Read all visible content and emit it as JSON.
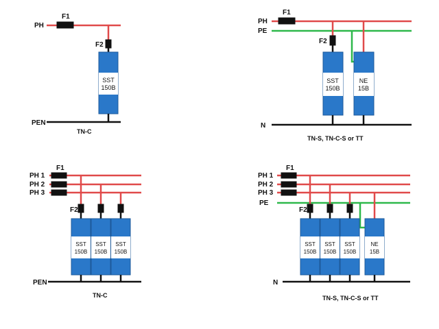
{
  "colors": {
    "phase": "#e04a4a",
    "pe": "#2db84a",
    "black": "#111111",
    "device_blue": "#2a78c9",
    "device_white": "#ffffff"
  },
  "diagrams": [
    {
      "id": "tl",
      "phase_labels": [
        "PH"
      ],
      "pe_label": "",
      "bottom_label": "PEN",
      "fuse_main": "F1",
      "fuse_branch": "F2",
      "devices": [
        {
          "line1": "SST",
          "line2": "150B"
        }
      ],
      "caption": "TN-C"
    },
    {
      "id": "tr",
      "phase_labels": [
        "PH"
      ],
      "pe_label": "PE",
      "bottom_label": "N",
      "fuse_main": "F1",
      "fuse_branch": "F2",
      "devices": [
        {
          "line1": "SST",
          "line2": "150B"
        },
        {
          "line1": "NE",
          "line2": "15B"
        }
      ],
      "caption": "TN-S, TN-C-S or TT"
    },
    {
      "id": "bl",
      "phase_labels": [
        "PH 1",
        "PH 2",
        "PH 3"
      ],
      "pe_label": "",
      "bottom_label": "PEN",
      "fuse_main": "F1",
      "fuse_branch": "F2",
      "devices": [
        {
          "line1": "SST",
          "line2": "150B"
        },
        {
          "line1": "SST",
          "line2": "150B"
        },
        {
          "line1": "SST",
          "line2": "150B"
        }
      ],
      "caption": "TN-C"
    },
    {
      "id": "br",
      "phase_labels": [
        "PH 1",
        "PH 2",
        "PH 3"
      ],
      "pe_label": "PE",
      "bottom_label": "N",
      "fuse_main": "F1",
      "fuse_branch": "F2",
      "devices": [
        {
          "line1": "SST",
          "line2": "150B"
        },
        {
          "line1": "SST",
          "line2": "150B"
        },
        {
          "line1": "SST",
          "line2": "150B"
        },
        {
          "line1": "NE",
          "line2": "15B"
        }
      ],
      "caption": "TN-S, TN-C-S or TT"
    }
  ]
}
